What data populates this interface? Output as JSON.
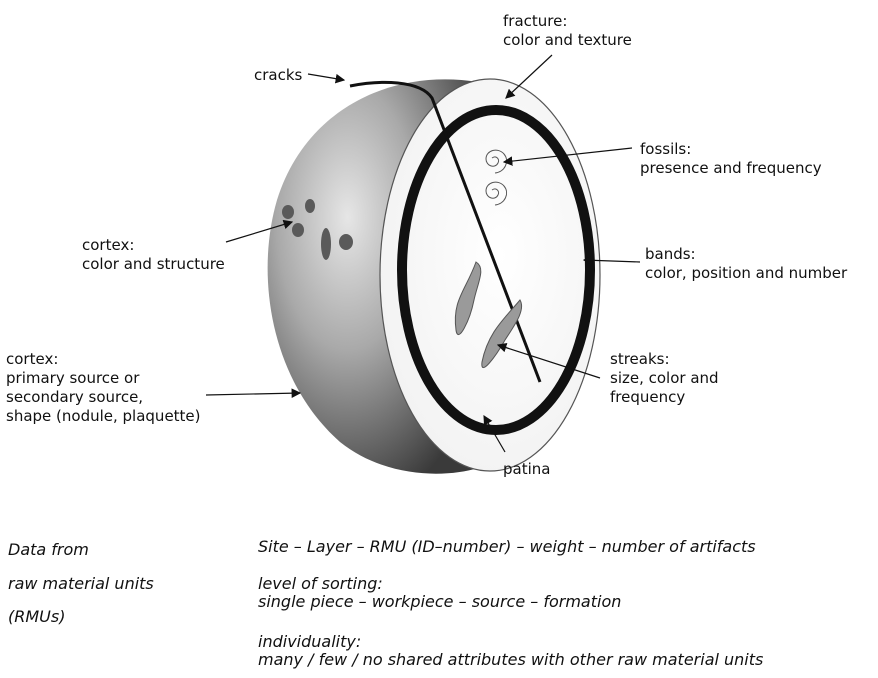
{
  "labels": {
    "fracture": {
      "title": "fracture:",
      "detail": "color and texture"
    },
    "cracks": {
      "title": "cracks"
    },
    "fossils": {
      "title": "fossils:",
      "detail": "presence and frequency"
    },
    "cortex_color": {
      "title": "cortex:",
      "detail": "color and structure"
    },
    "bands": {
      "title": "bands:",
      "detail": "color, position and number"
    },
    "cortex_source": {
      "title": "cortex:",
      "line1": "primary source or",
      "line2": "secondary source,",
      "line3": "shape (nodule, plaquette)"
    },
    "streaks": {
      "title": "streaks:",
      "line1": "size, color and",
      "line2": "frequency"
    },
    "patina": {
      "title": "patina"
    }
  },
  "data_section": {
    "heading": [
      "Data from",
      "raw material units",
      "(RMUs)"
    ],
    "row1": "Site – Layer – RMU (ID–number) – weight – number of artifacts",
    "row2_title": "level of sorting:",
    "row2_detail": "single piece – workpiece – source – formation",
    "row3_title": "individuality:",
    "row3_detail": "many / few / no shared attributes with other raw material units"
  }
}
